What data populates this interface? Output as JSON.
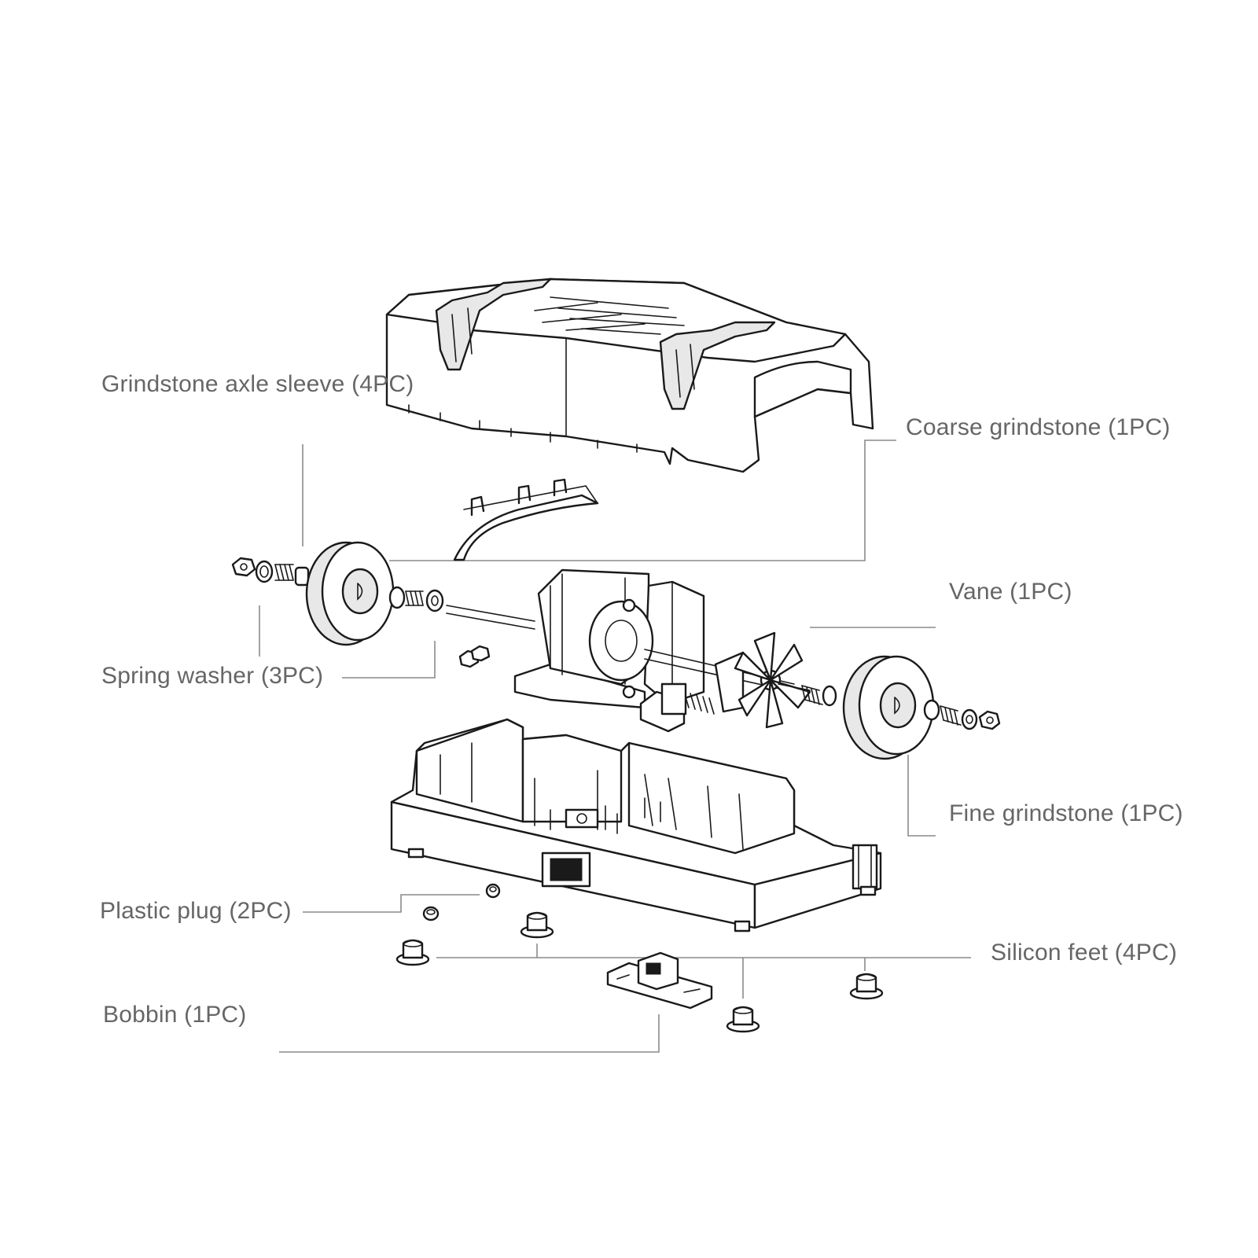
{
  "labels": {
    "axle_sleeve": "Grindstone axle sleeve (4PC)",
    "coarse": "Coarse grindstone (1PC)",
    "vane": "Vane (1PC)",
    "spring_washer": "Spring washer (3PC)",
    "fine": "Fine grindstone (1PC)",
    "plastic_plug": "Plastic plug (2PC)",
    "silicon_feet": "Silicon feet (4PC)",
    "bobbin": "Bobbin (1PC)"
  },
  "colors": {
    "label_text": "#666666",
    "leader_line": "#8a8a8a",
    "outline": "#1a1a1a",
    "background": "#ffffff"
  }
}
